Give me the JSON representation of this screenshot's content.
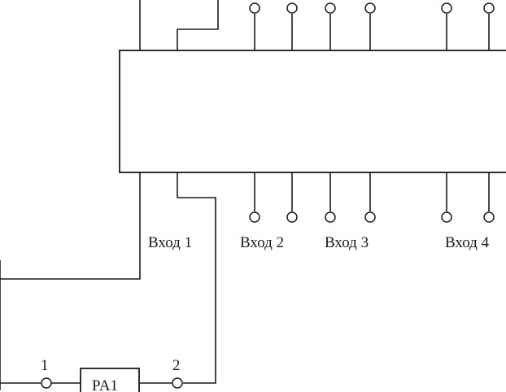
{
  "labels": {
    "input_1": "Вход 1",
    "input_2": "Вход 2",
    "input_3": "Вход 3",
    "input_4": "Вход 4",
    "meter": "PA1",
    "meter_terminal_1": "1",
    "meter_terminal_2": "2"
  }
}
